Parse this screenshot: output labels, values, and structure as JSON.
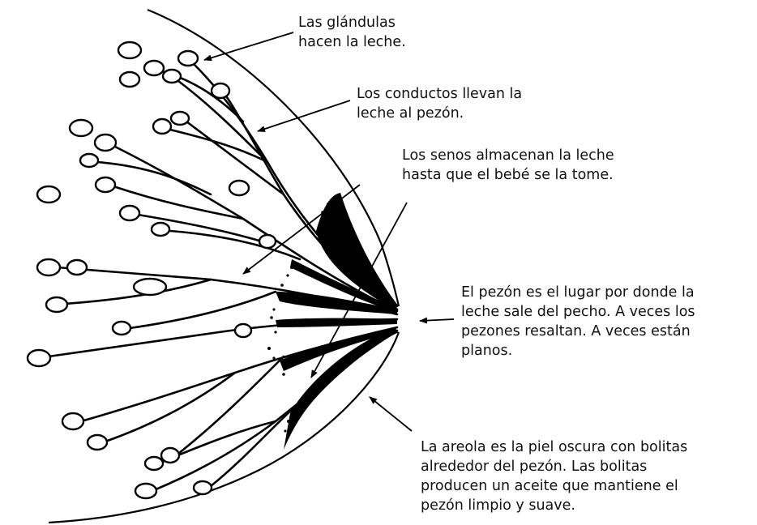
{
  "diagram": {
    "colors": {
      "ink": "#000000",
      "background": "#ffffff"
    },
    "labels": {
      "glands": {
        "lines": [
          "Las glándulas",
          "hacen la leche."
        ]
      },
      "ducts": {
        "lines": [
          "Los conductos llevan la",
          "leche al pezón."
        ]
      },
      "sinuses": {
        "lines": [
          "Los senos almacenan la leche",
          "hasta que el bebé se la tome."
        ]
      },
      "nipple": {
        "lines": [
          "El pezón es el lugar por donde la",
          "leche sale del pecho. A veces los",
          "pezones resaltan. A veces están",
          "planos."
        ]
      },
      "areola": {
        "lines": [
          "La areola es la piel oscura con bolitas",
          "alrededor del pezón. Las bolitas",
          "producen un aceite que mantiene el",
          "pezón limpio y suave."
        ]
      }
    }
  }
}
